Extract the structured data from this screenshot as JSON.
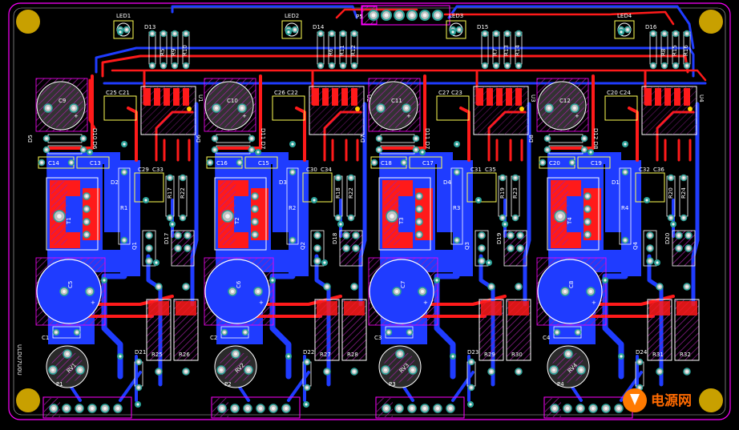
{
  "board": {
    "header_label": "P5",
    "side_label": "ULDU7U0U",
    "watermark": "电源网",
    "colors": {
      "board": "#000000",
      "top_copper": "#ff1a1a",
      "bottom_copper": "#1f3cff",
      "silk": "#ffffff",
      "silk_yellow": "#ffff55",
      "pad": "#c0c0c0",
      "via": "#2aa198",
      "hole": "#f4f4f4",
      "outline": "#ff00ff",
      "mount": "#c8a000",
      "hatch": "#a020a0"
    }
  },
  "channels": [
    {
      "led": "LED1",
      "diode_top": "D13",
      "res_top": [
        "R5",
        "R9",
        "R10"
      ],
      "cap_pair": [
        "C25",
        "C21"
      ],
      "u": "U1",
      "big_cap": "C9",
      "d_left": "D5",
      "d_mid": "D10 D6",
      "small_caps": [
        "C14",
        "C13"
      ],
      "small_caps2": [
        "C29",
        "C33"
      ],
      "d2": "D2",
      "r1": "R1",
      "res_mid": [
        "R17",
        "R22"
      ],
      "trans": "T1",
      "q": "Q1",
      "d17": "D17",
      "electro": "C5",
      "c1": "C1",
      "d21": "D21",
      "res_big": [
        "R25",
        "R26"
      ],
      "pot": "RV1",
      "plug": "P1"
    },
    {
      "led": "LED2",
      "diode_top": "D14",
      "res_top": [
        "R6",
        "R11",
        "R12"
      ],
      "cap_pair": [
        "C26",
        "C22"
      ],
      "u": "U2",
      "big_cap": "C10",
      "d_left": "D6",
      "d_mid": "D11 D7",
      "small_caps": [
        "C16",
        "C15"
      ],
      "small_caps2": [
        "C30",
        "C34"
      ],
      "d2": "D3",
      "r1": "R2",
      "res_mid": [
        "R18",
        "R22"
      ],
      "trans": "T2",
      "q": "Q2",
      "d17": "D18",
      "electro": "C6",
      "c1": "C2",
      "d21": "D22",
      "res_big": [
        "R27",
        "R28"
      ],
      "pot": "RV2",
      "plug": "P2"
    },
    {
      "led": "LED3",
      "diode_top": "D15",
      "res_top": [
        "R7",
        "R13",
        "R14"
      ],
      "cap_pair": [
        "C27",
        "C23"
      ],
      "u": "U3",
      "big_cap": "C11",
      "d_left": "D7",
      "d_mid": "D11 D7",
      "small_caps": [
        "C18",
        "C17"
      ],
      "small_caps2": [
        "C31",
        "C35"
      ],
      "d2": "D4",
      "r1": "R3",
      "res_mid": [
        "R19",
        "R23"
      ],
      "trans": "T3",
      "q": "Q3",
      "d17": "D19",
      "electro": "C7",
      "c1": "C3",
      "d21": "D23",
      "res_big": [
        "R29",
        "R30"
      ],
      "pot": "RV3",
      "plug": "P3"
    },
    {
      "led": "LED4",
      "diode_top": "D16",
      "res_top": [
        "R8",
        "R15",
        "R16"
      ],
      "cap_pair": [
        "C20",
        "C24"
      ],
      "u": "U4",
      "big_cap": "C12",
      "d_left": "D8",
      "d_mid": "D12 D8",
      "small_caps": [
        "C20",
        "C19"
      ],
      "small_caps2": [
        "C32",
        "C36"
      ],
      "d2": "D1",
      "r1": "R4",
      "res_mid": [
        "R20",
        "R24"
      ],
      "trans": "T4",
      "q": "Q4",
      "d17": "D20",
      "electro": "C8",
      "c1": "C4",
      "d21": "D24",
      "res_big": [
        "R31",
        "R32"
      ],
      "pot": "RV4",
      "plug": "P4"
    }
  ]
}
